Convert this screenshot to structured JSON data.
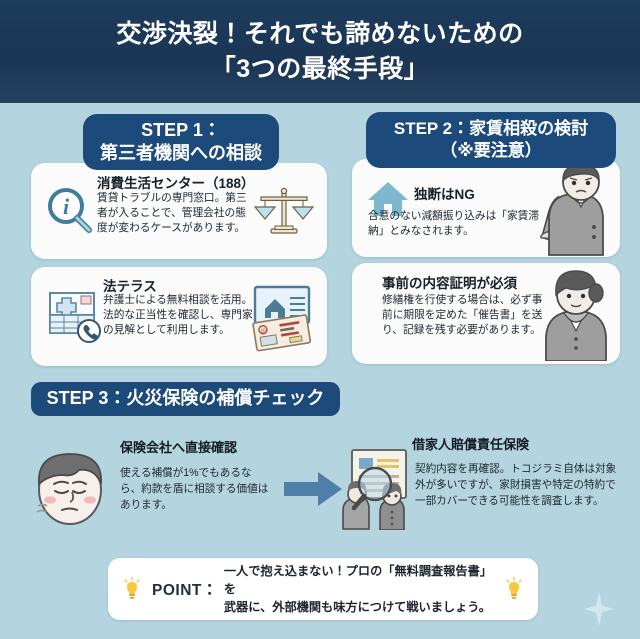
{
  "header": {
    "title_line1": "交渉決裂！それでも諦めないための",
    "title_line2": "「3つの最終手段」",
    "bg_color": "#1d3b5c",
    "text_color": "#ffffff"
  },
  "theme": {
    "page_bg": "#b4d5e0",
    "badge_bg": "#1c4a7a",
    "card_bg": "#fbfbfb",
    "accent_blue": "#4f7fa8",
    "icon_blue": "#7db8cf"
  },
  "steps": [
    {
      "id": "step1",
      "badge_line1": "STEP 1：",
      "badge_line2": "第三者機関への相談",
      "cards": [
        {
          "heading": "消費生活センター（188）",
          "body": "賃貸トラブルの専門窓口。第三者が入ることで、管理会社の態度が変わるケースがあります。",
          "left_icon": "magnifier-info-icon",
          "right_icon": "scales-of-justice-icon"
        },
        {
          "heading": "法テラス",
          "body": "弁護士による無料相談を活用。法的な正当性を確認し、専門家の見解として利用します。",
          "left_icon": "legal-office-phone-icon",
          "right_icon": "house-listing-documents-icon"
        }
      ]
    },
    {
      "id": "step2",
      "badge_line1": "STEP 2：家賃相殺の検討",
      "badge_line2": "（※要注意）",
      "cards": [
        {
          "heading": "独断はNG",
          "body": "合意のない減額振り込みは「家賃滞納」とみなされます。",
          "left_icon": "house-icon",
          "right_icon": "worried-man-illustration"
        },
        {
          "heading": "事前の内容証明が必須",
          "body": "修繕権を行使する場合は、必ず事前に期限を定めた「催告書」を送り、記録を残す必要があります。",
          "left_icon": "none",
          "right_icon": "businesswoman-illustration"
        }
      ]
    },
    {
      "id": "step3",
      "badge_line1": "STEP 3：火災保険の補償チェック",
      "badge_line2": "",
      "blocks": [
        {
          "heading": "保険会社へ直接確認",
          "body": "使える補償が1%でもあるなら、約款を盾に相談する価値はあります。",
          "icon": "tired-man-face-illustration"
        },
        {
          "heading": "借家人賠償責任保険",
          "body": "契約内容を再確認。トコジラミ自体は対象外が多いですが、家財損害や特定の特約で一部カバーできる可能性を調査します。",
          "icon": "policy-review-magnifier-illustration"
        }
      ],
      "connector_icon": "right-arrow-icon"
    }
  ],
  "point": {
    "label": "POINT：",
    "text_line1": "一人で抱え込まない！プロの「無料調査報告書」を",
    "text_line2": "武器に、外部機関も味方につけて戦いましょう。",
    "left_icon": "lightbulb-icon",
    "right_icon": "lightbulb-icon"
  },
  "decoration": {
    "sparkle_icon": "sparkle-icon"
  }
}
